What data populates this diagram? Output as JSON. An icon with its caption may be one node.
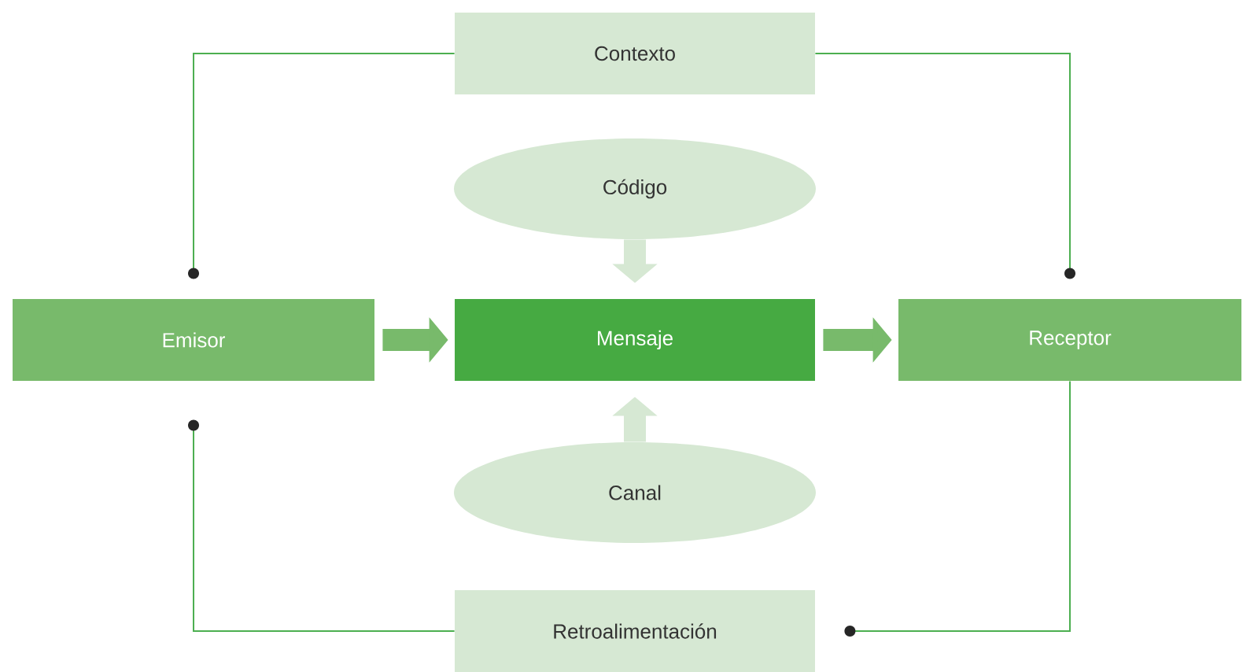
{
  "diagram": {
    "nodes": [
      {
        "text": [
          "Contexto"
        ]
      },
      {
        "text": [
          "Código"
        ]
      },
      {
        "text": [
          "Emisor"
        ]
      },
      {
        "text": [
          "Mensaje"
        ]
      },
      {
        "text": [
          "Receptor"
        ]
      },
      {
        "text": [
          "Canal"
        ]
      },
      {
        "text": [
          "Retroalimentación"
        ]
      }
    ],
    "edges": [
      {
        "from": 0,
        "to": 2,
        "arrow": "other"
      },
      {
        "from": 0,
        "to": 4,
        "arrow": "other"
      },
      {
        "from": 4,
        "to": 6,
        "arrow": "other"
      },
      {
        "from": 6,
        "to": 2,
        "arrow": "other"
      },
      {
        "from": 2,
        "to": 3,
        "arrow": "to",
        "style": "thick",
        "color": "#78ba6b"
      },
      {
        "from": 3,
        "to": 4,
        "arrow": "to",
        "style": "thick",
        "color": "#78ba6b"
      },
      {
        "from": 1,
        "to": 3,
        "arrow": "to",
        "style": "thick",
        "color": "#d6e8d3"
      },
      {
        "from": 5,
        "to": 3,
        "arrow": "to",
        "style": "thick",
        "color": "#d6e8d3"
      }
    ]
  }
}
